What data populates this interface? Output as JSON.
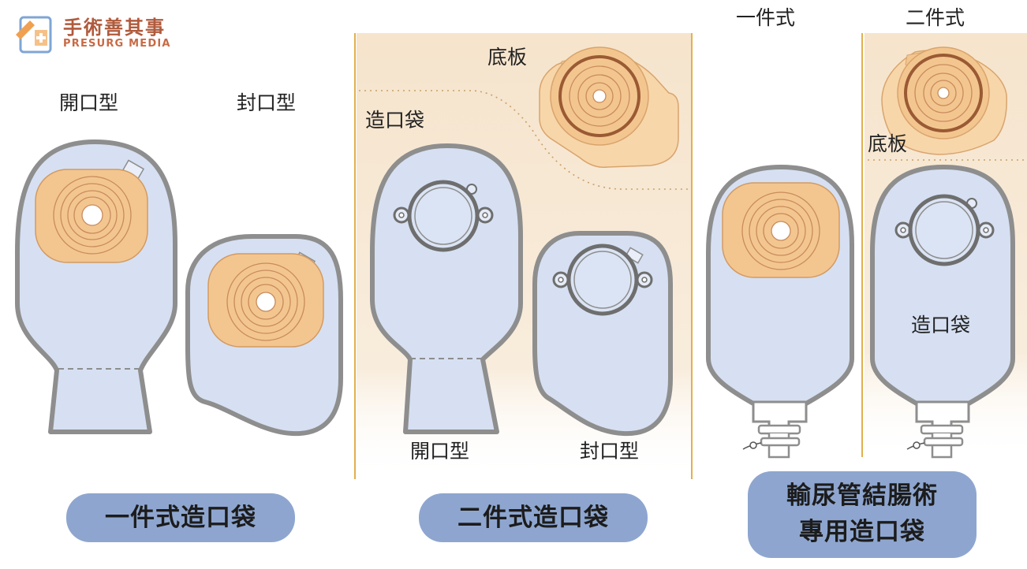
{
  "brand": {
    "name_cn": "手術善其事",
    "name_en": "PRESURG MEDIA"
  },
  "sections": {
    "one_piece": {
      "title": "一件式造口袋",
      "label_open": "開口型",
      "label_closed": "封口型"
    },
    "two_piece": {
      "title": "二件式造口袋",
      "label_baseplate": "底板",
      "label_pouch": "造口袋",
      "label_open": "開口型",
      "label_closed": "封口型"
    },
    "urostomy": {
      "title_line1": "輸尿管結腸術",
      "title_line2": "專用造口袋",
      "label_one_piece": "一件式",
      "label_two_piece": "二件式",
      "label_baseplate": "底板",
      "label_pouch": "造口袋"
    }
  },
  "colors": {
    "pouch_fill": "#d6e0f2",
    "pouch_outline": "#8e8e8e",
    "wafer": "#f3c690",
    "wafer_ring": "#c98b5c",
    "highlight_bg": "#f6e4cc",
    "divider": "#e2b04d",
    "pill": "#8ea6cf",
    "brand": "#b05a3c"
  }
}
